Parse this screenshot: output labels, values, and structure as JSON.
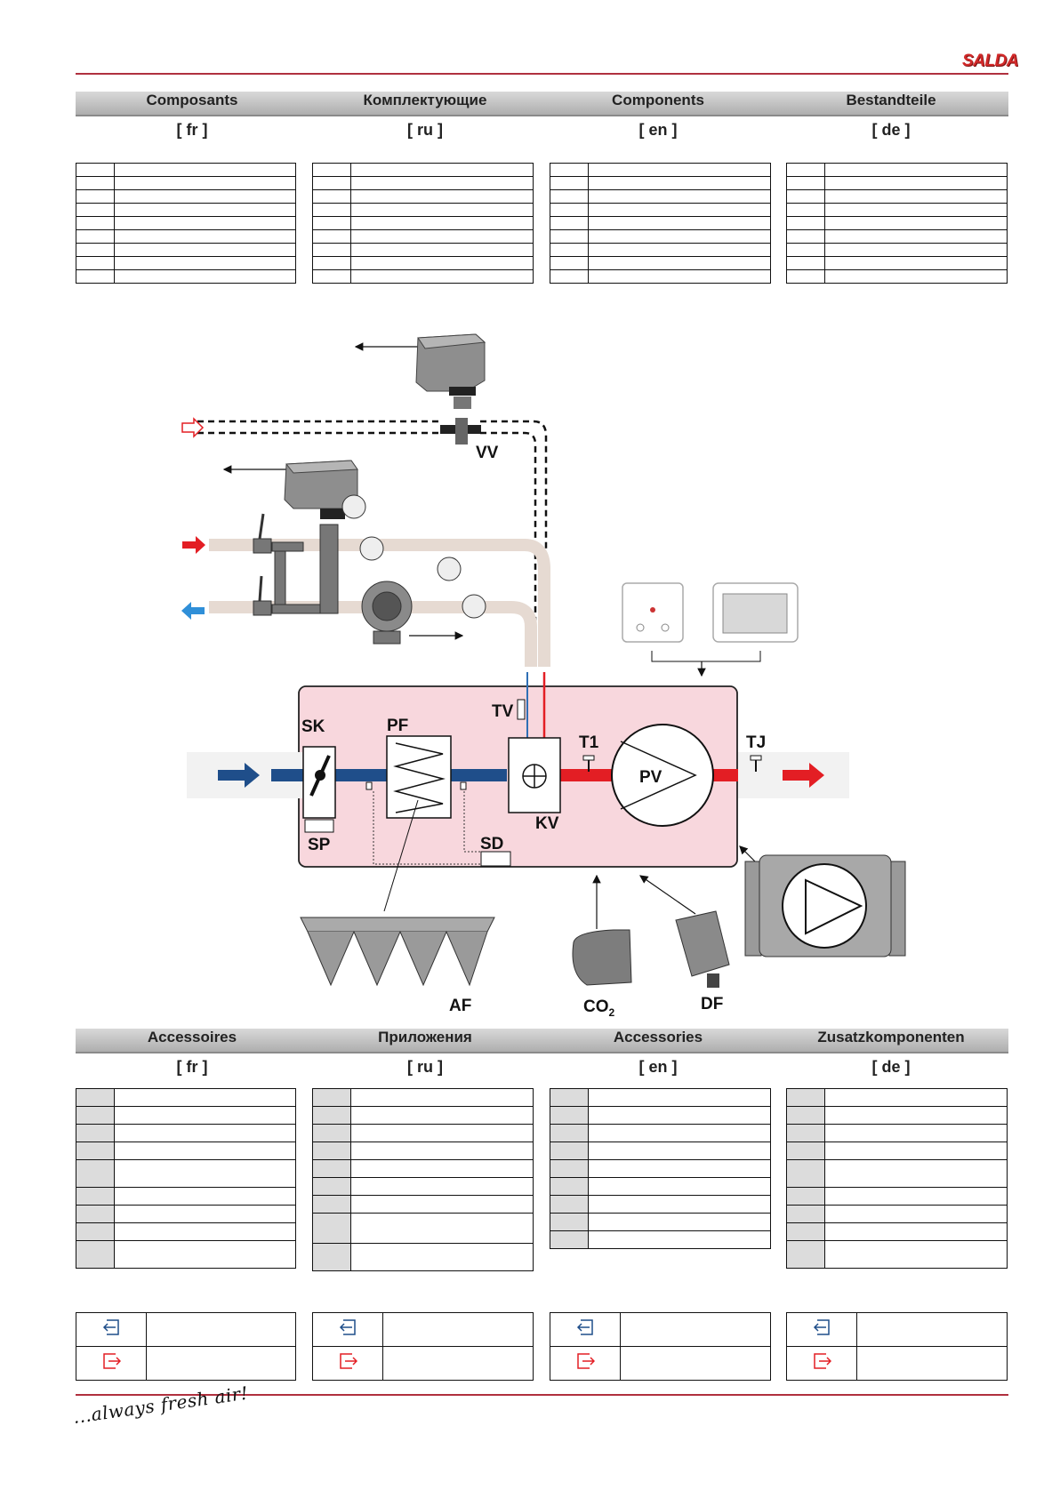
{
  "brand": {
    "logo": "SALDA",
    "slogan": "...always fresh air!"
  },
  "colors": {
    "accent": "#b0303e",
    "supply_red": "#e31e24",
    "extract_blue": "#2f6fb5",
    "duct_blue": "#1f4e8a",
    "unit_pink": "#f8d7dd"
  },
  "components": {
    "headers": [
      {
        "title": "Composants",
        "lang": "[ fr ]"
      },
      {
        "title": "Комплектующие",
        "lang": "[ ru ]"
      },
      {
        "title": "Components",
        "lang": "[ en ]"
      },
      {
        "title": "Bestandteile",
        "lang": "[ de ]"
      }
    ]
  },
  "accessories": {
    "headers": [
      {
        "title": "Accessoires",
        "lang": "[ fr ]"
      },
      {
        "title": "Приложения",
        "lang": "[ ru ]"
      },
      {
        "title": "Accessories",
        "lang": "[ en ]"
      },
      {
        "title": "Zusatzkomponenten",
        "lang": "[ de ]"
      }
    ]
  },
  "diagram": {
    "labels": {
      "vv": "VV",
      "sk": "SK",
      "pf": "PF",
      "tv": "TV",
      "t1": "T1",
      "tj": "TJ",
      "pv": "PV",
      "kv": "KV",
      "sp": "SP",
      "sd": "SD",
      "af": "AF",
      "co2": "CO",
      "co2_sub": "2",
      "df": "DF"
    }
  },
  "legend": {
    "icons": [
      "extract-air-icon",
      "supply-air-icon"
    ]
  }
}
